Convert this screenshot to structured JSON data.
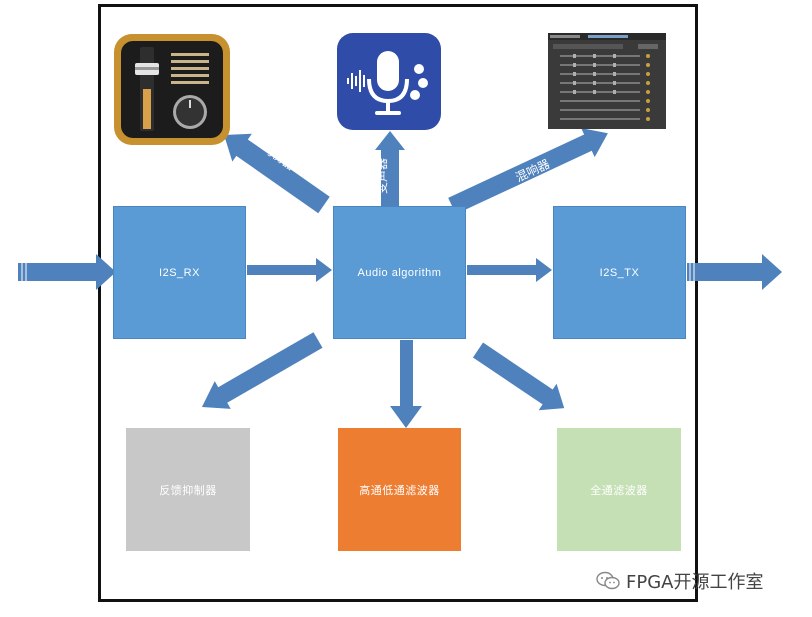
{
  "blocks": {
    "i2s_rx": "I2S_RX",
    "audio_algorithm": "Audio algorithm",
    "i2s_tx": "I2S_TX",
    "feedback_suppressor": "反馈抑制器",
    "hp_lp_filter": "高通低通滤波器",
    "allpass_filter": "全通滤波器"
  },
  "arrow_labels": {
    "equalizer": "均衡器",
    "voice_changer": "变声器",
    "reverb": "混响器"
  },
  "icons": {
    "equalizer": "equalizer-app-icon",
    "voice_changer": "microphone-voice-icon",
    "reverb": "reverb-settings-panel"
  },
  "watermark": "FPGA开源工作室",
  "colors": {
    "blue": "#5b9bd5",
    "gray": "#c8c8c8",
    "orange": "#ed7d31",
    "green": "#c5e0b4",
    "arrow": "#4f81bd"
  }
}
